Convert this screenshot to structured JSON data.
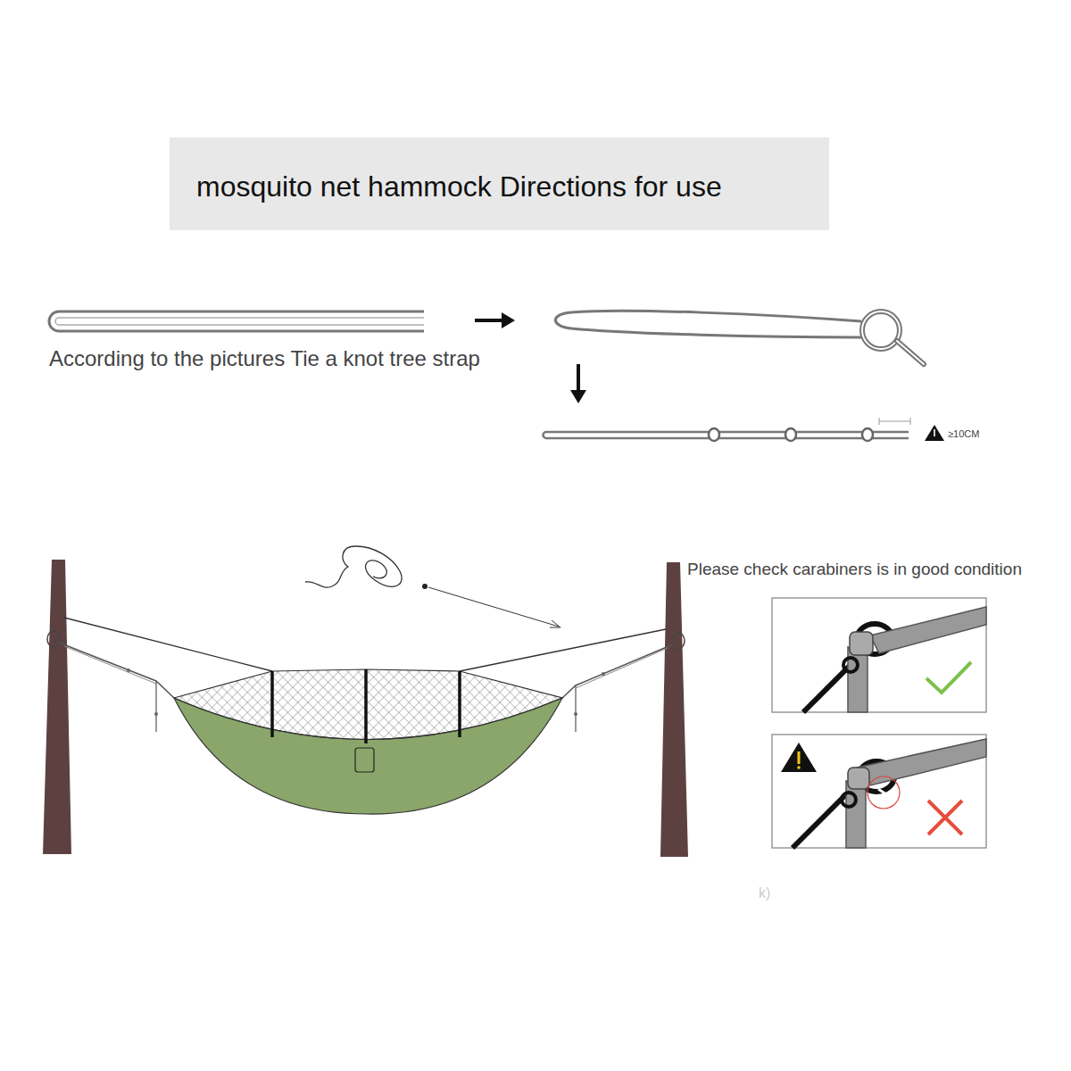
{
  "diagram": {
    "title": "mosquito net hammock Directions for use",
    "labels": [
      "According to the pictures Tie a knot tree strap",
      "≥10CM",
      "Please check carabiners is in good condition",
      "k)"
    ]
  }
}
